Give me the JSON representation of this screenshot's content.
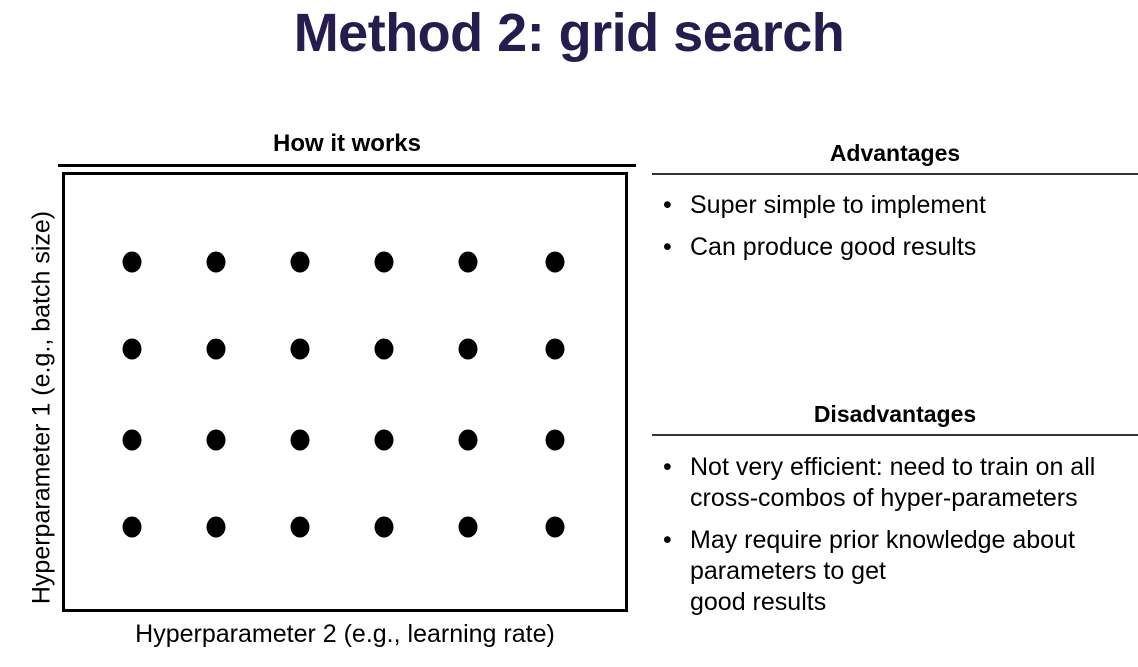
{
  "slide": {
    "title": "Method 2: grid search",
    "title_color": "#261c4e"
  },
  "left_panel": {
    "heading": "How it works",
    "x_axis_label": "Hyperparameter 2 (e.g., learning rate)",
    "y_axis_label": "Hyperparameter 1 (e.g., batch size)"
  },
  "chart_data": {
    "type": "scatter",
    "title": "How it works",
    "xlabel": "Hyperparameter 2 (e.g., learning rate)",
    "ylabel": "Hyperparameter 1 (e.g., batch size)",
    "grid": false,
    "legend": "none",
    "marker": "filled-circle",
    "marker_color": "#000000",
    "xlim": [
      0,
      1
    ],
    "ylim": [
      0,
      1
    ],
    "n_columns": 6,
    "n_rows": 4,
    "x": [
      0.12,
      0.27,
      0.42,
      0.57,
      0.72,
      0.875
    ],
    "y": [
      0.8,
      0.6,
      0.39,
      0.19
    ],
    "points": [
      {
        "x": 0.12,
        "y": 0.8
      },
      {
        "x": 0.27,
        "y": 0.8
      },
      {
        "x": 0.42,
        "y": 0.8
      },
      {
        "x": 0.57,
        "y": 0.8
      },
      {
        "x": 0.72,
        "y": 0.8
      },
      {
        "x": 0.875,
        "y": 0.8
      },
      {
        "x": 0.12,
        "y": 0.6
      },
      {
        "x": 0.27,
        "y": 0.6
      },
      {
        "x": 0.42,
        "y": 0.6
      },
      {
        "x": 0.57,
        "y": 0.6
      },
      {
        "x": 0.72,
        "y": 0.6
      },
      {
        "x": 0.875,
        "y": 0.6
      },
      {
        "x": 0.12,
        "y": 0.39
      },
      {
        "x": 0.27,
        "y": 0.39
      },
      {
        "x": 0.42,
        "y": 0.39
      },
      {
        "x": 0.57,
        "y": 0.39
      },
      {
        "x": 0.72,
        "y": 0.39
      },
      {
        "x": 0.875,
        "y": 0.39
      },
      {
        "x": 0.12,
        "y": 0.19
      },
      {
        "x": 0.27,
        "y": 0.19
      },
      {
        "x": 0.42,
        "y": 0.19
      },
      {
        "x": 0.57,
        "y": 0.19
      },
      {
        "x": 0.72,
        "y": 0.19
      },
      {
        "x": 0.875,
        "y": 0.19
      }
    ]
  },
  "right_panel": {
    "advantages": {
      "heading": "Advantages",
      "bullet_glyph": "•",
      "items": [
        "Super simple to implement",
        "Can produce good results"
      ]
    },
    "disadvantages": {
      "heading": "Disadvantages",
      "bullet_glyph": "•",
      "items": [
        "Not very efficient: need to train on all cross-combos of hyper-parameters",
        "May require prior knowledge about parameters to get\ngood results"
      ]
    }
  }
}
